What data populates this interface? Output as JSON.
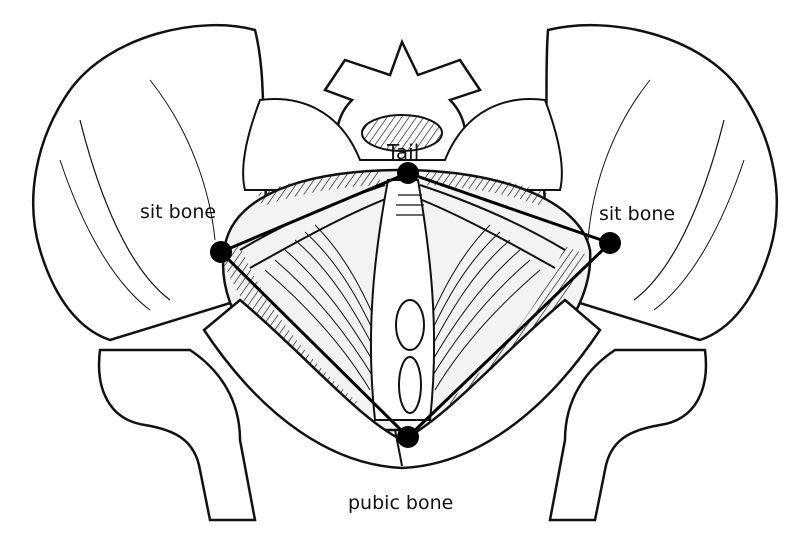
{
  "labels": {
    "tail": "Tail",
    "sit_bone_left": "sit bone",
    "sit_bone_right": "sit bone",
    "pubic_bone": "pubic bone"
  },
  "colors": {
    "ink": "#111111",
    "bone_fill": "#ffffff",
    "muscle_fill": "#f3f3f3",
    "marker": "#000000"
  }
}
